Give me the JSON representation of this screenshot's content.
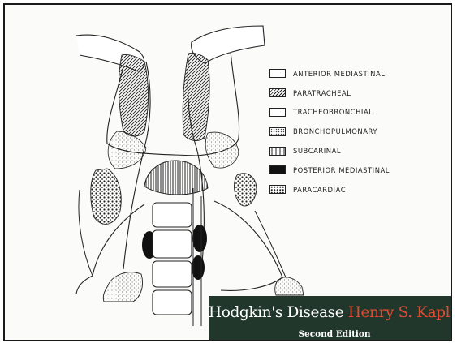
{
  "legend": {
    "items": [
      {
        "label": "ANTERIOR MEDIASTINAL",
        "pattern": "blank"
      },
      {
        "label": "PARATRACHEAL",
        "pattern": "diagonal-hatch"
      },
      {
        "label": "TRACHEOBRONCHIAL",
        "pattern": "blank"
      },
      {
        "label": "BRONCHOPULMONARY",
        "pattern": "fine-stipple"
      },
      {
        "label": "SUBCARINAL",
        "pattern": "vertical-lines"
      },
      {
        "label": "POSTERIOR MEDIASTINAL",
        "pattern": "solid-black"
      },
      {
        "label": "PARACARDIAC",
        "pattern": "coarse-dots"
      }
    ]
  },
  "banner": {
    "title": "Hodgkin's Disease",
    "author": "Henry S. Kaplan",
    "edition": "Second Edition",
    "background": "#22372b",
    "author_color": "#e04a33"
  },
  "colors": {
    "ink": "#1a1a1a",
    "paper": "#fbfbfa"
  }
}
